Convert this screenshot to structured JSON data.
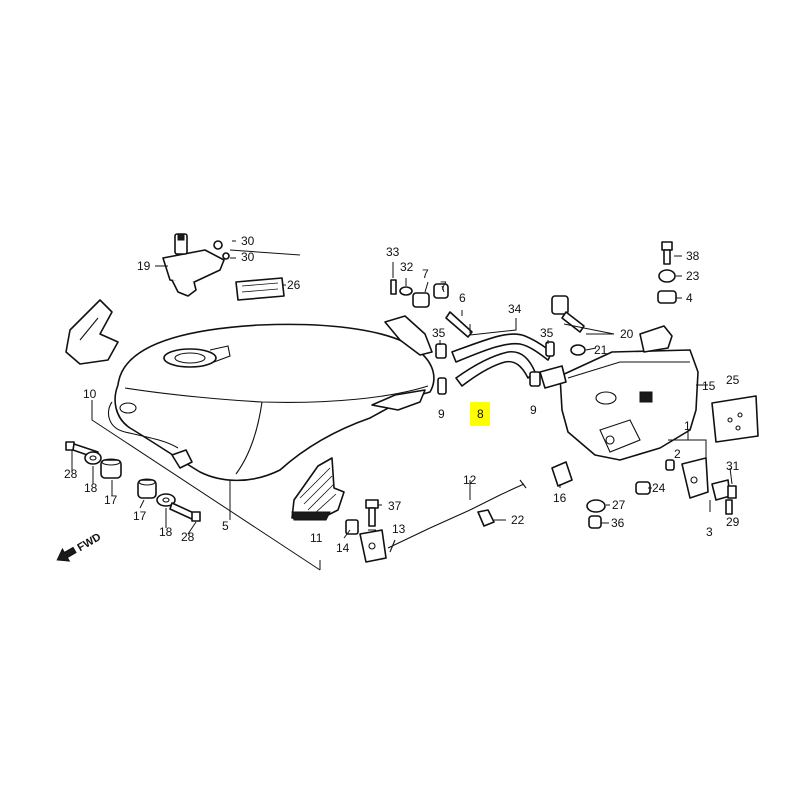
{
  "diagram": {
    "direction_label": "FWD",
    "highlight_color": "#ffff00",
    "highlighted_callout": "8",
    "callouts": {
      "c1": "1",
      "c2": "2",
      "c3": "3",
      "c4": "4",
      "c5": "5",
      "c6": "6",
      "c7a": "7",
      "c7b": "7",
      "c8": "8",
      "c9a": "9",
      "c9b": "9",
      "c10": "10",
      "c11": "11",
      "c12": "12",
      "c13": "13",
      "c14": "14",
      "c15": "15",
      "c16": "16",
      "c17a": "17",
      "c17b": "17",
      "c18a": "18",
      "c18b": "18",
      "c19": "19",
      "c20": "20",
      "c21": "21",
      "c22": "22",
      "c23": "23",
      "c24": "24",
      "c25": "25",
      "c26": "26",
      "c27": "27",
      "c28a": "28",
      "c28b": "28",
      "c29": "29",
      "c30a": "30",
      "c30b": "30",
      "c31": "31",
      "c32": "32",
      "c33": "33",
      "c34": "34",
      "c35a": "35",
      "c35b": "35",
      "c36": "36",
      "c37": "37",
      "c38": "38"
    }
  }
}
